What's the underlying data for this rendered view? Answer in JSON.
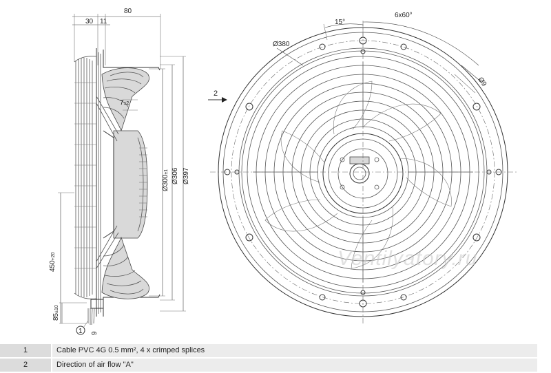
{
  "side_view": {
    "dim_30": "30",
    "dim_11": "11",
    "dim_80": "80",
    "dim_7": "7",
    "dim_7_tol": "±2",
    "dim_d300": "Ø300",
    "dim_d300_tol": "±1",
    "dim_d306": "Ø306",
    "dim_d397": "Ø397",
    "dim_450": "450",
    "dim_450_tol": "+20",
    "dim_85": "85",
    "dim_85_tol": "±10",
    "dim_9": "9",
    "callout_1": "1",
    "callout_2": "2"
  },
  "front_view": {
    "dim_d380": "Ø380",
    "dim_15deg": "15°",
    "dim_6x60": "6x60°",
    "dim_d9": "Ø9"
  },
  "watermark": "Ventilyatory.ru",
  "legend": [
    {
      "num": "1",
      "text": "Cable PVC 4G 0.5 mm², 4 x crimped splices"
    },
    {
      "num": "2",
      "text": "Direction of air flow \"A\""
    }
  ]
}
